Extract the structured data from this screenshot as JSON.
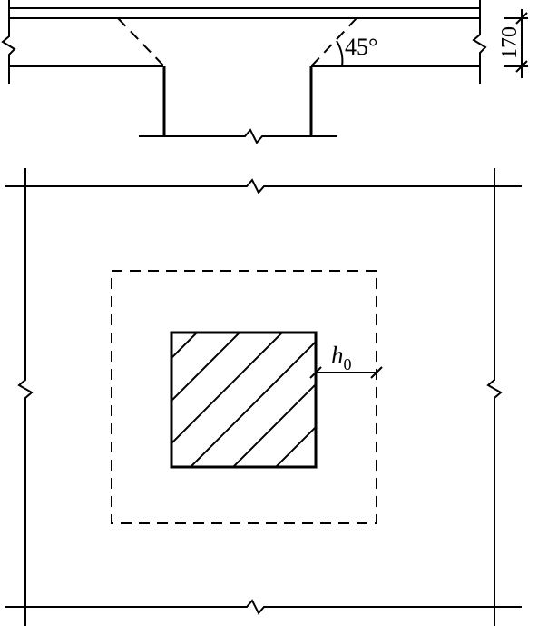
{
  "labels": {
    "angle": "45°",
    "dimension": "170",
    "effective_depth_symbol": "h",
    "effective_depth_subscript": "0"
  }
}
